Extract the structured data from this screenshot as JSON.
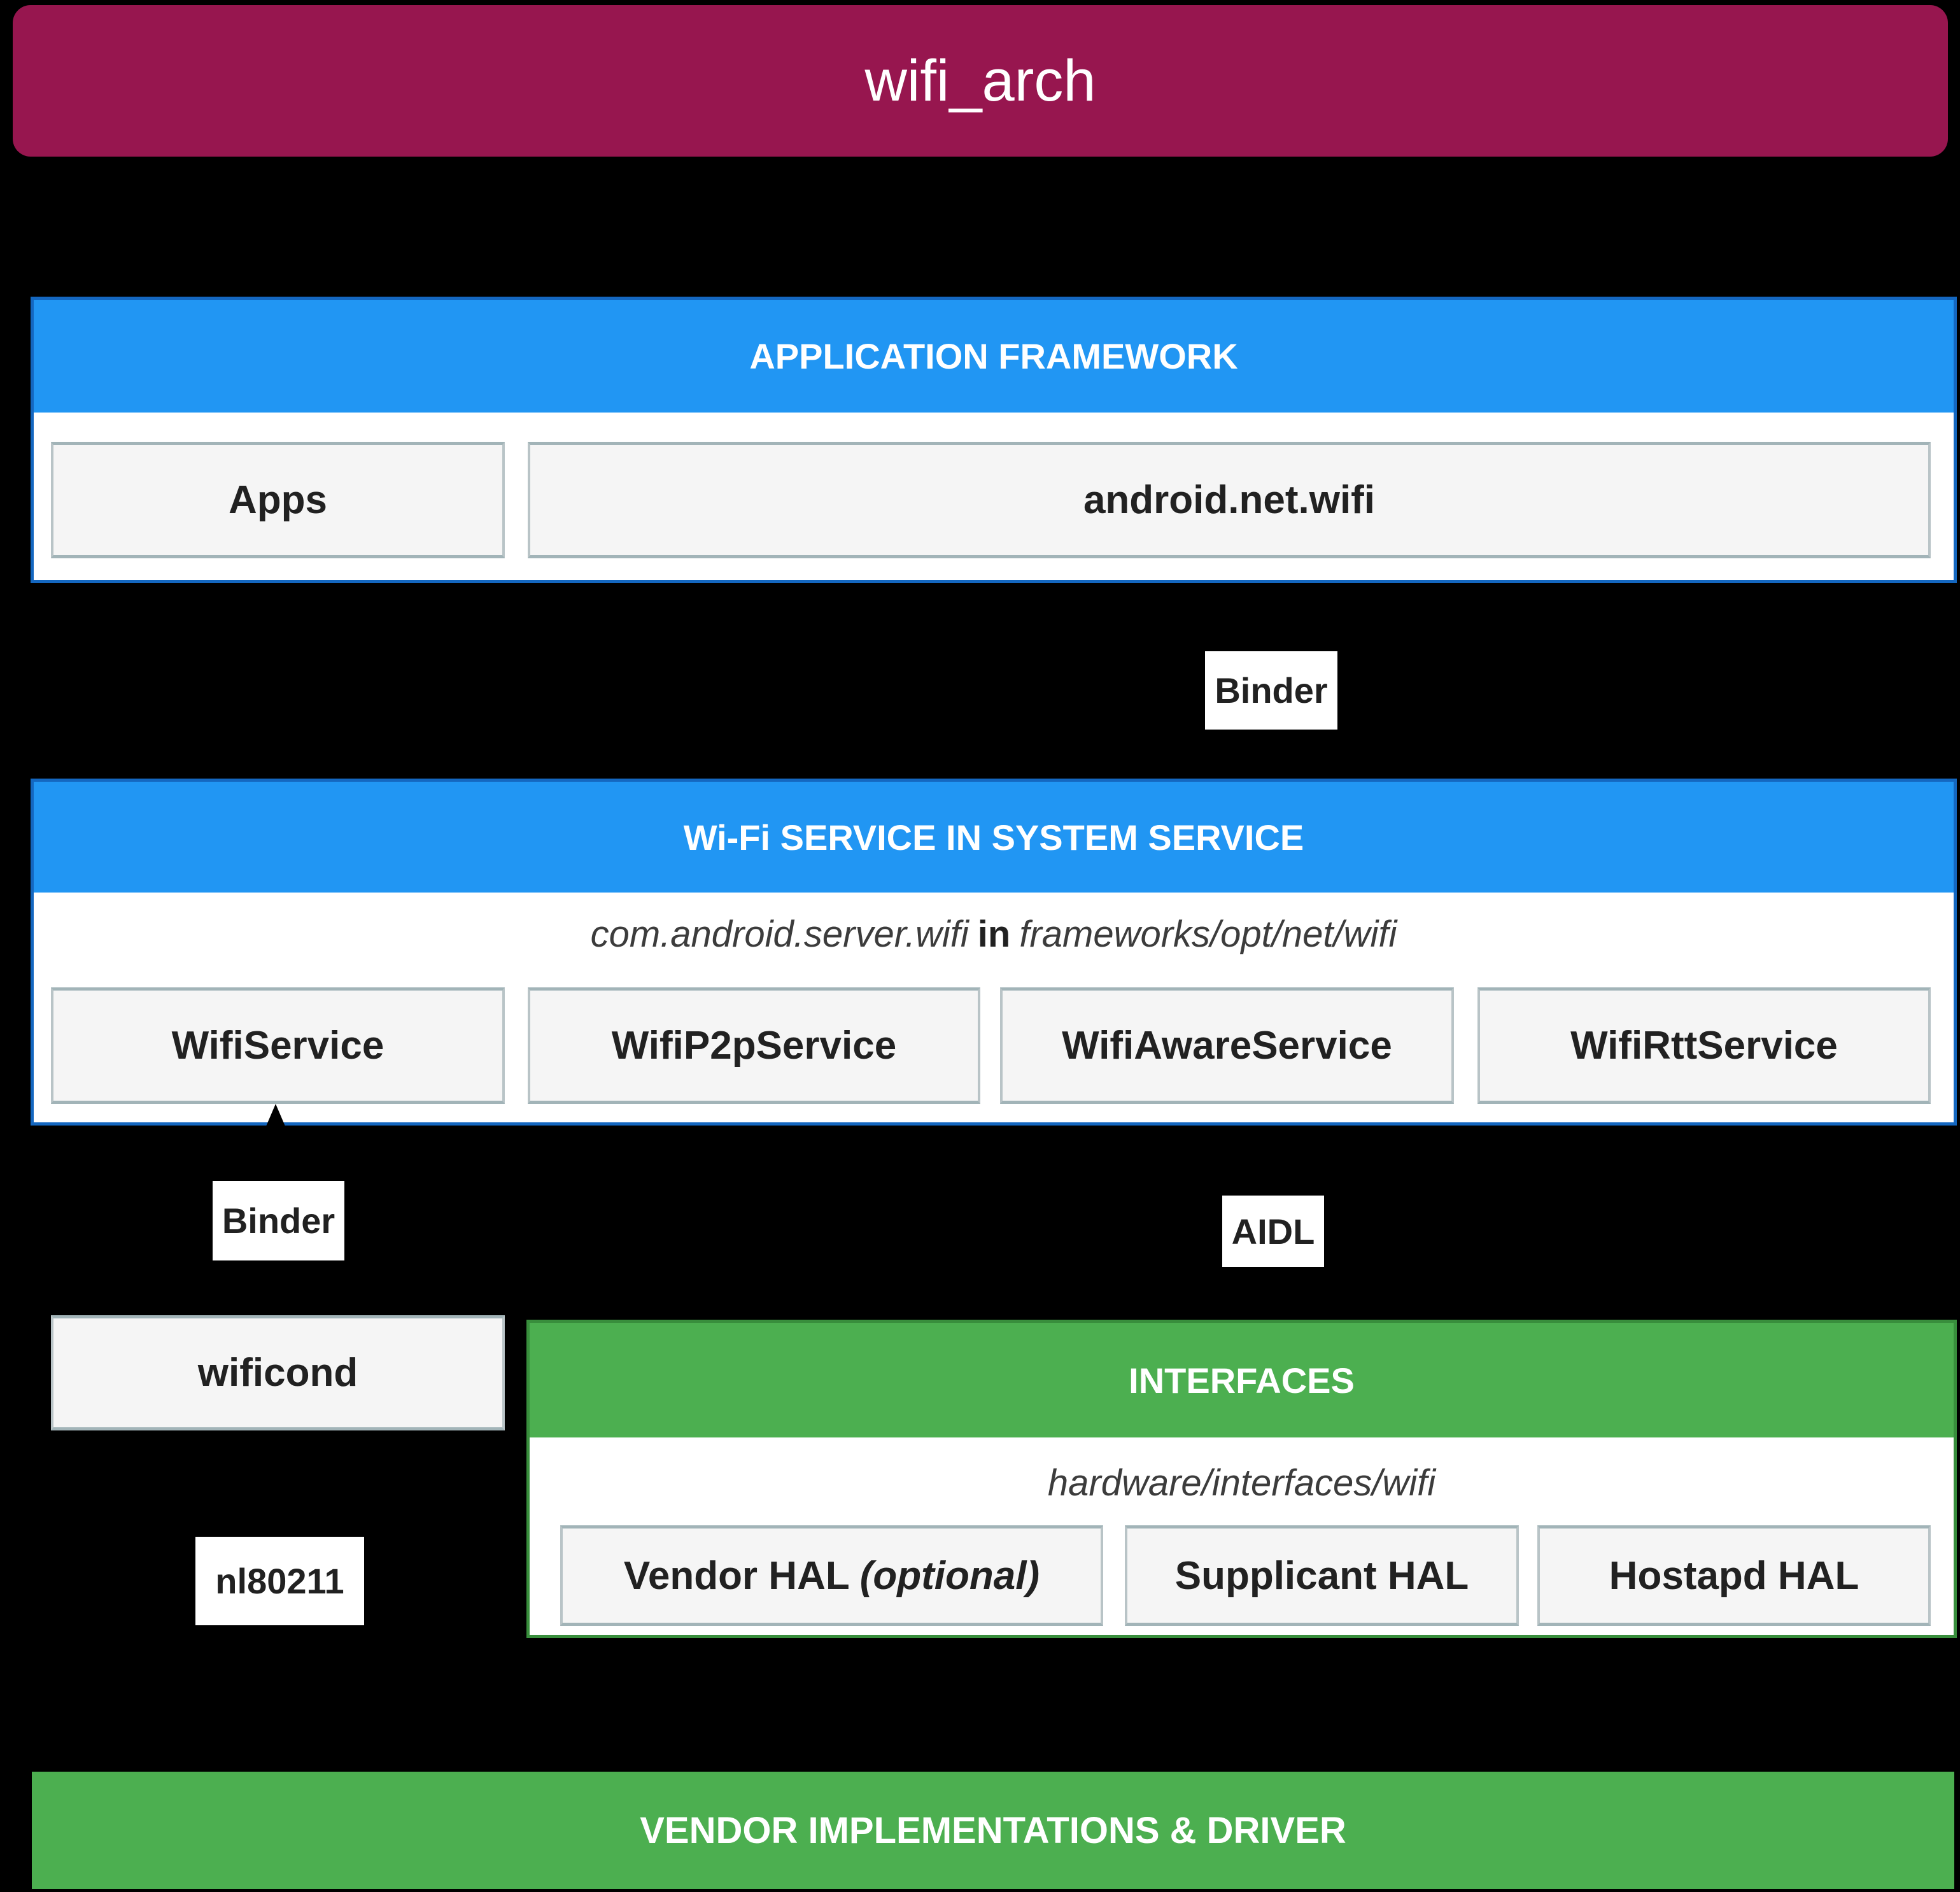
{
  "title": "wifi_arch",
  "colors": {
    "background": "#000000",
    "title_bar": "#97164F",
    "blue_header": "#2196F3",
    "blue_border": "#1467C0",
    "green_header": "#4CAF50",
    "green_border": "#388E3C",
    "box_bg": "#F5F5F5",
    "box_border": "#A2B4B8",
    "text_dark": "#212121",
    "text_light": "#FFFFFF"
  },
  "sections": {
    "app_framework": {
      "header": "APPLICATION FRAMEWORK",
      "boxes": [
        {
          "label": "Apps"
        },
        {
          "label": "android.net.wifi"
        }
      ]
    },
    "wifi_service": {
      "header": "Wi-Fi SERVICE IN SYSTEM SERVICE",
      "path_line": {
        "prefix": "com.android.server.wifi",
        "connector": "in",
        "suffix": "frameworks/opt/net/wifi"
      },
      "boxes": [
        {
          "label": "WifiService"
        },
        {
          "label": "WifiP2pService"
        },
        {
          "label": "WifiAwareService"
        },
        {
          "label": "WifiRttService"
        }
      ]
    },
    "interfaces": {
      "header": "INTERFACES",
      "path_line": "hardware/interfaces/wifi",
      "boxes": [
        {
          "label": "Vendor HAL",
          "suffix": "(optional)"
        },
        {
          "label": "Supplicant HAL"
        },
        {
          "label": "Hostapd HAL"
        }
      ]
    },
    "vendor": {
      "header": "VENDOR IMPLEMENTATIONS & DRIVER"
    }
  },
  "standalone_boxes": {
    "wificond": "wificond"
  },
  "connector_labels": {
    "binder_top": "Binder",
    "binder_left": "Binder",
    "aidl": "AIDL",
    "nl80211": "nl80211"
  }
}
